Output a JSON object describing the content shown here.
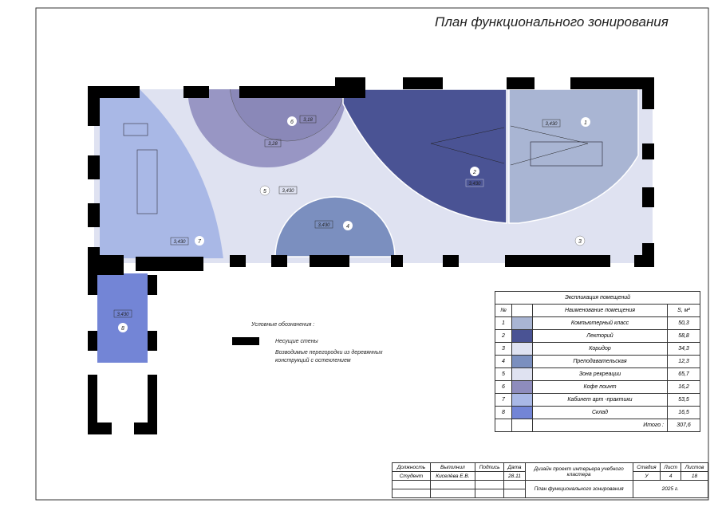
{
  "title": "План функционального зонирования",
  "rooms": [
    {
      "num": "1",
      "label": "3,430",
      "color": "#a9b5d3"
    },
    {
      "num": "2",
      "label": "3,430",
      "color": "#4a5394"
    },
    {
      "num": "3",
      "color": "#dfe2f1"
    },
    {
      "num": "4",
      "label": "3,430",
      "color": "#7b8fbf"
    },
    {
      "num": "5",
      "label": "3,430",
      "color": "#dfe2f1"
    },
    {
      "num": "6",
      "label": "3,18",
      "label2": "3,28",
      "color": "#8e8cbd"
    },
    {
      "num": "7",
      "label": "3,430",
      "color": "#a9b8e6"
    },
    {
      "num": "8",
      "label": "3,430",
      "color": "#7385d6"
    }
  ],
  "legend": {
    "title": "Условные обозначения :",
    "walls": "Несущие стены",
    "partitions": "Возводимые перегородки из деревянных конструкций с остеклением"
  },
  "explication": {
    "title": "Экспликация помещений",
    "headers": [
      "№",
      "Наименование помещения",
      "S, м²"
    ],
    "rows": [
      {
        "n": "1",
        "name": "Компьютерный класс",
        "s": "50,3",
        "color": "#a9b5d3"
      },
      {
        "n": "2",
        "name": "Лекторий",
        "s": "58,8",
        "color": "#4a5394"
      },
      {
        "n": "3",
        "name": "Коридор",
        "s": "34,3",
        "color": "#dfe2f1"
      },
      {
        "n": "4",
        "name": "Преподавательская",
        "s": "12,3",
        "color": "#7b8fbf"
      },
      {
        "n": "5",
        "name": "Зона рекреации",
        "s": "65,7",
        "color": "#dfe2f1"
      },
      {
        "n": "6",
        "name": "Кофе поинт",
        "s": "16,2",
        "color": "#8e8cbd"
      },
      {
        "n": "7",
        "name": "Кабинет арт -практики",
        "s": "53,5",
        "color": "#a9b8e6"
      },
      {
        "n": "8",
        "name": "Склад",
        "s": "16,5",
        "color": "#7385d6"
      }
    ],
    "total_label": "Итого :",
    "total": "307,6"
  },
  "titleblock": {
    "h_role": "Должность",
    "h_done": "Выполнил",
    "h_sign": "Подпись",
    "h_date": "Дата",
    "role": "Студент",
    "done": "Киселёва Е.В.",
    "date": "28.11",
    "project": "Дизайн проект интерьера учебного кластера",
    "sheet_title": "План функционального зонирования",
    "h_stage": "Стадия",
    "h_sheet": "Лист",
    "h_sheets": "Листов",
    "stage": "У",
    "sheet": "4",
    "sheets": "18",
    "year": "2025 г."
  }
}
